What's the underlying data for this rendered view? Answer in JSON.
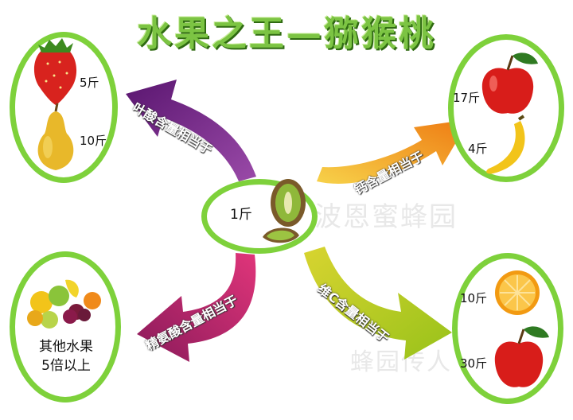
{
  "title": "水果之王—猕猴桃",
  "center": {
    "amount": "1斤"
  },
  "top_left": {
    "strawberry_amount": "5斤",
    "pear_amount": "10斤"
  },
  "top_right": {
    "apple_amount": "17斤",
    "banana_amount": "4斤"
  },
  "bottom_left": {
    "line1": "其他水果",
    "line2": "5倍以上"
  },
  "bottom_right": {
    "orange_amount": "10斤",
    "apple_amount": "30斤"
  },
  "arrows": {
    "folate": "叶酸含量相当于",
    "calcium": "钙含量相当于",
    "arginine": "精氨酸含量相当于",
    "vitamin_c": "维C含量相当于"
  },
  "watermarks": {
    "middle": "波恩蜜蜂园",
    "bottom": "蜂园传人"
  },
  "colors": {
    "oval_border": "#7ed13b",
    "title_green": "#7cc443",
    "folate_arrow": "#7a2a8c",
    "calcium_arrow": "#f2a21a",
    "arginine_arrow": "#b0206a",
    "vitaminc_arrow": "#b8c41a"
  }
}
